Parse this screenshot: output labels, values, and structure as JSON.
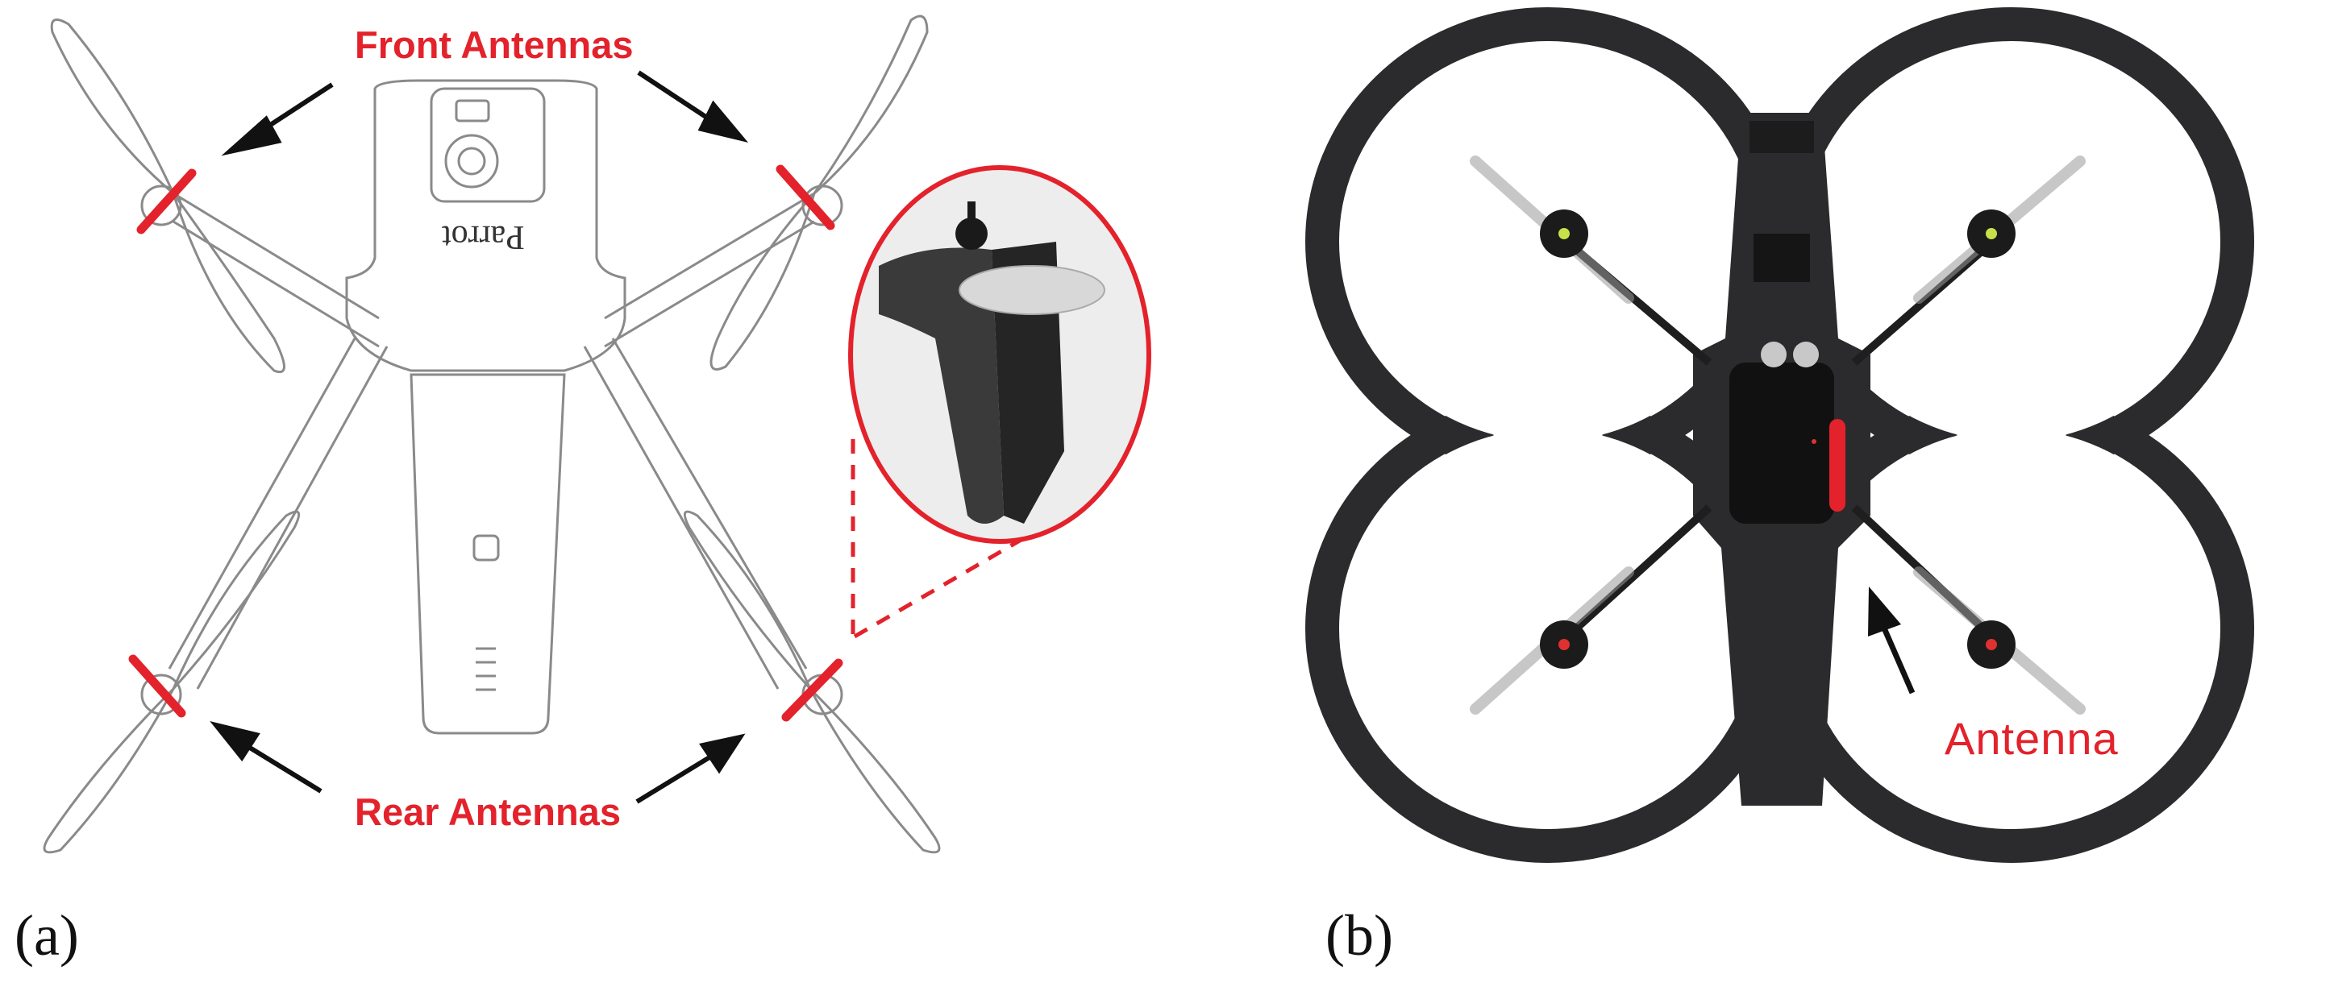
{
  "figure": {
    "panel_a": {
      "caption": "(a)",
      "front_label": "Front Antennas",
      "rear_label": "Rear Antennas",
      "logo_text": "Parrot"
    },
    "panel_b": {
      "caption": "(b)",
      "antenna_label": "Antenna"
    }
  },
  "colors": {
    "accent_red": "#e3222b",
    "line_gray": "#8a8a8a",
    "frame_dark": "#2b2b2d"
  },
  "icons": [
    "arrow-icon",
    "power-button-icon",
    "magnifier-callout-icon"
  ]
}
